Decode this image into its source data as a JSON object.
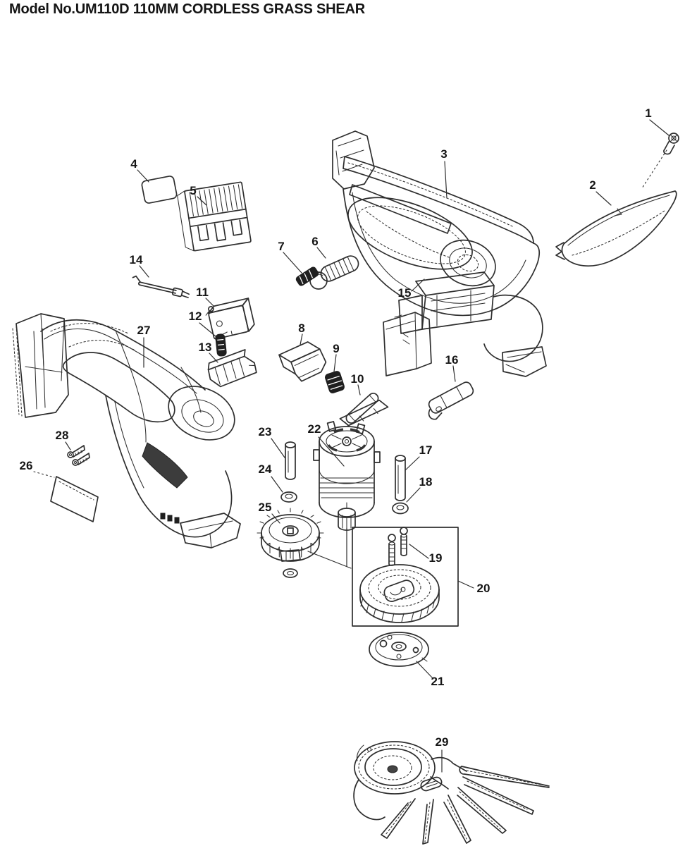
{
  "page": {
    "title": "Model No.UM110D 110MM CORDLESS GRASS SHEAR"
  },
  "colors": {
    "line": "#2e2e2e",
    "background": "#ffffff",
    "spring_fill": "#1f1f1f"
  },
  "diagram": {
    "callouts": [
      {
        "num": "1"
      },
      {
        "num": "2"
      },
      {
        "num": "3"
      },
      {
        "num": "4"
      },
      {
        "num": "5"
      },
      {
        "num": "6"
      },
      {
        "num": "7"
      },
      {
        "num": "8"
      },
      {
        "num": "9"
      },
      {
        "num": "10"
      },
      {
        "num": "11"
      },
      {
        "num": "12"
      },
      {
        "num": "13"
      },
      {
        "num": "14"
      },
      {
        "num": "15"
      },
      {
        "num": "16"
      },
      {
        "num": "17"
      },
      {
        "num": "18"
      },
      {
        "num": "19"
      },
      {
        "num": "20"
      },
      {
        "num": "21"
      },
      {
        "num": "22"
      },
      {
        "num": "23"
      },
      {
        "num": "24"
      },
      {
        "num": "25"
      },
      {
        "num": "26"
      },
      {
        "num": "27"
      },
      {
        "num": "28"
      },
      {
        "num": "29"
      }
    ]
  }
}
